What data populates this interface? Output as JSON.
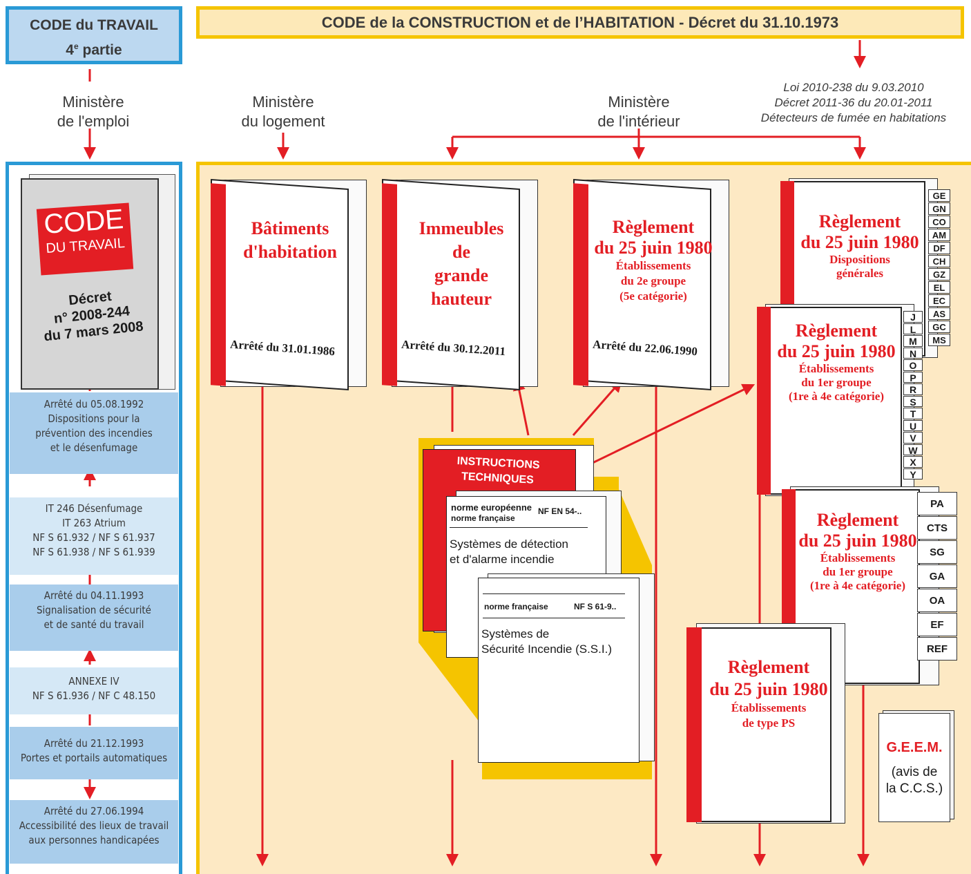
{
  "header": {
    "left_title_line1": "CODE du TRAVAIL",
    "left_title_line2_num": "4",
    "left_title_line2_sup": "e",
    "left_title_line2_rest": " partie",
    "main_title": "CODE de la CONSTRUCTION et de l’HABITATION - Décret du 31.10.1973"
  },
  "ministries": {
    "emploi_line1": "Ministère",
    "emploi_line2": "de l'emploi",
    "logement_line1": "Ministère",
    "logement_line2": "du logement",
    "interieur_line1": "Ministère",
    "interieur_line2": "de l'intérieur",
    "loi_line1": "Loi 2010-238 du 9.03.2010",
    "loi_line2": "Décret 2011-36 du 20.01-2011",
    "loi_line3": "Détecteurs de fumée en habitations"
  },
  "code_travail_book": {
    "code": "CODE",
    "du_travail": "DU TRAVAIL",
    "decret_line1": "Décret",
    "decret_line2": "n° 2008-244",
    "decret_line3": "du 7 mars 2008"
  },
  "left_boxes": [
    {
      "lines": [
        "Arrêté du 05.08.1992",
        "Dispositions pour la",
        "prévention des incendies",
        "et le désenfumage"
      ]
    },
    {
      "lines": [
        "IT 246 Désenfumage",
        "IT 263 Atrium",
        "NF S 61.932 / NF S 61.937",
        "NF S 61.938 / NF S 61.939"
      ]
    },
    {
      "lines": [
        "Arrêté du 04.11.1993",
        "Signalisation de sécurité",
        "et de santé du travail"
      ]
    },
    {
      "lines": [
        "ANNEXE IV",
        "NF S 61.936 / NF C 48.150"
      ]
    },
    {
      "lines": [
        "Arrêté du 21.12.1993",
        "Portes et portails automatiques"
      ]
    },
    {
      "lines": [
        "Arrêté du 27.06.1994",
        "Accessibilité des lieux de travail",
        "aux personnes handicapées"
      ]
    }
  ],
  "books": {
    "habitation": {
      "title_line1": "Bâtiments",
      "title_line2": "d'habitation",
      "date": "Arrêté du 31.01.1986"
    },
    "igh": {
      "title_line1": "Immeubles",
      "title_line2": "de",
      "title_line3": "grande hauteur",
      "date": "Arrêté du 30.12.2011"
    },
    "reglement_2e": {
      "title_line1": "Règlement",
      "title_line2": "du 25 juin 1980",
      "sub_line1": "Établissements",
      "sub_line2": "du 2e groupe",
      "sub_line3": "(5e catégorie)",
      "date": "Arrêté du 22.06.1990"
    },
    "reglement_dg": {
      "title_line1": "Règlement",
      "title_line2": "du 25 juin 1980",
      "sub_line1": "Dispositions",
      "sub_line2": "générales",
      "tabs": [
        "GE",
        "GN",
        "CO",
        "AM",
        "DF",
        "CH",
        "GZ",
        "EL",
        "EC",
        "AS",
        "GC",
        "MS"
      ]
    },
    "reglement_1er_a": {
      "title_line1": "Règlement",
      "title_line2": "du 25 juin 1980",
      "sub_line1": "Établissements",
      "sub_line2": "du 1er groupe",
      "sub_line3": "(1re à 4e catégorie)",
      "tabs": [
        "J",
        "L",
        "M",
        "N",
        "O",
        "P",
        "R",
        "S",
        "T",
        "U",
        "V",
        "W",
        "X",
        "Y"
      ]
    },
    "reglement_1er_b": {
      "title_line1": "Règlement",
      "title_line2": "du 25 juin 1980",
      "sub_line1": "Établissements",
      "sub_line2": "du 1er groupe",
      "sub_line3": "(1re à 4e catégorie)",
      "tabs": [
        "PA",
        "CTS",
        "SG",
        "GA",
        "OA",
        "EF",
        "REF"
      ]
    },
    "reglement_ps": {
      "title_line1": "Règlement",
      "title_line2": "du 25 juin 1980",
      "sub_line1": "Établissements",
      "sub_line2": "de type PS"
    },
    "instructions": {
      "title_line1": "INSTRUCTIONS",
      "title_line2": "TECHNIQUES"
    },
    "nf_en": {
      "label1": "norme européenne",
      "label2": "norme française",
      "code": "NF EN 54-..",
      "text1": "Systèmes de détection",
      "text2": "et d'alarme incendie"
    },
    "nf_s": {
      "label": "norme française",
      "code": "NF S 61-9..",
      "text1": "Systèmes de",
      "text2": "Sécurité Incendie (S.S.I.)"
    },
    "geem": {
      "title": "G.E.E.M.",
      "text1": "(avis de",
      "text2": "la C.C.S.)"
    }
  },
  "colors": {
    "red": "#e31e24",
    "blue_border": "#2a9ad6",
    "yellow_border": "#f5c400",
    "cream": "#fde9c4",
    "blue_dark": "#a9cdeb",
    "blue_light": "#d5e8f6"
  }
}
